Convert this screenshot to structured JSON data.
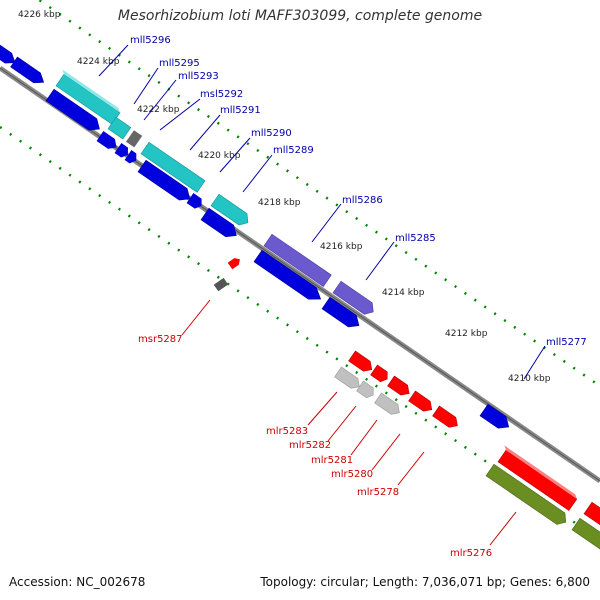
{
  "title": "Mesorhizobium loti MAFF303099, complete genome",
  "accession": "Accession: NC_002678",
  "topology": "Topology: circular; Length: 7,036,071 bp; Genes: 6,800",
  "colors": {
    "backbone": "#777777",
    "dots": "#007700",
    "gene_blue": "#0000dd",
    "gene_cyan": "#22c4c4",
    "gene_slate": "#6a5acd",
    "gene_gray": "#666666",
    "gene_lightgray": "#c0c0c0",
    "gene_red": "#ff0000",
    "gene_olive": "#6b8e23",
    "label_blue": "#0000aa",
    "label_red": "#cc0000"
  },
  "kbp_labels": [
    {
      "text": "4226 kbp"
    },
    {
      "text": "4224 kbp"
    },
    {
      "text": "4222 kbp"
    },
    {
      "text": "4220 kbp"
    },
    {
      "text": "4218 kbp"
    },
    {
      "text": "4216 kbp"
    },
    {
      "text": "4214 kbp"
    },
    {
      "text": "4212 kbp"
    },
    {
      "text": "4210 kbp"
    }
  ],
  "gene_labels": [
    {
      "text": "mll5296"
    },
    {
      "text": "mll5295"
    },
    {
      "text": "mll5293"
    },
    {
      "text": "msl5292"
    },
    {
      "text": "mll5291"
    },
    {
      "text": "mll5290"
    },
    {
      "text": "mll5289"
    },
    {
      "text": "mll5286"
    },
    {
      "text": "mll5285"
    },
    {
      "text": "mll5277"
    },
    {
      "text": "msr5287"
    },
    {
      "text": "mlr5283"
    },
    {
      "text": "mlr5282"
    },
    {
      "text": "mlr5281"
    },
    {
      "text": "mlr5280"
    },
    {
      "text": "mlr5278"
    },
    {
      "text": "mlr5276"
    }
  ]
}
